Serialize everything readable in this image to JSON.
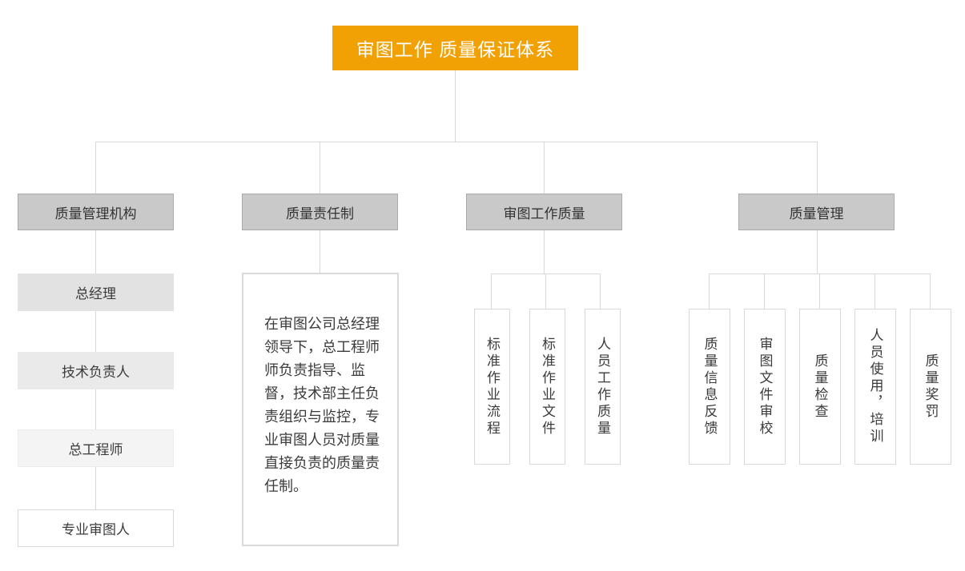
{
  "title": "审图工作 质量保证体系",
  "branches": [
    {
      "header": "质量管理机构",
      "children": [
        "总经理",
        "技术负责人",
        "总工程师",
        "专业审图人"
      ]
    },
    {
      "header": "质量责任制",
      "description": "在审图公司总经理\n领导下，总工程师\n师负责指导、监\n督，技术部主任负\n责组织与监控，专\n业审图人员对质量\n直接负责的质量责\n任制。"
    },
    {
      "header": "审图工作质量",
      "children": [
        "标准作业流程",
        "标准作业文件",
        "人员工作质量"
      ]
    },
    {
      "header": "质量管理",
      "children": [
        "质量信息反馈",
        "审图文件审校",
        "质量检查",
        "人员使用，培训",
        "质量奖罚"
      ]
    }
  ],
  "colors": {
    "accent": "#F2A104",
    "header_fill": "#C9C9C9",
    "header_border": "#ABABAB",
    "node_fill_1": "#E2E2E2",
    "node_fill_2": "#EAEAEA",
    "node_fill_3": "#F4F4F4",
    "line": "#D9D9D9",
    "text": "#3B3B3B",
    "title_text": "#FFFFFF"
  }
}
